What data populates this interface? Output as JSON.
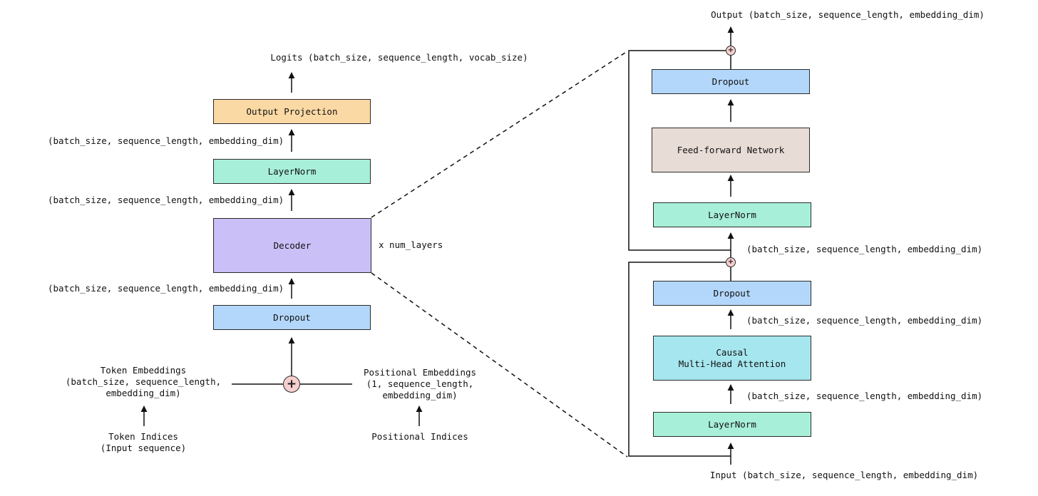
{
  "colors": {
    "dropout": "#b3d7fb",
    "layernorm": "#a8efd9",
    "decoder": "#cbbff7",
    "output_projection": "#fbd9a5",
    "feed_forward": "#e8dcd6",
    "attention": "#a6e6ee",
    "add_node": "#f6cfcf"
  },
  "left": {
    "logits_label": "Logits (batch_size, sequence_length, vocab_size)",
    "output_projection": "Output Projection",
    "shape_after_norm": "(batch_size, sequence_length, embedding_dim)",
    "layernorm": "LayerNorm",
    "shape_after_decoder": "(batch_size, sequence_length, embedding_dim)",
    "decoder": "Decoder",
    "num_layers": "x num_layers",
    "shape_after_dropout": "(batch_size, sequence_length, embedding_dim)",
    "dropout": "Dropout",
    "add_symbol": "+",
    "token_embeddings": "Token Embeddings\n(batch_size, sequence_length,\nembedding_dim)",
    "positional_embeddings": "Positional Embeddings\n(1, sequence_length,\nembedding_dim)",
    "token_indices": "Token Indices\n(Input sequence)",
    "positional_indices": "Positional Indices"
  },
  "right": {
    "output_label": "Output (batch_size, sequence_length, embedding_dim)",
    "dropout_top": "Dropout",
    "feed_forward": "Feed-forward Network",
    "layernorm_top": "LayerNorm",
    "shape_residual": "(batch_size, sequence_length, embedding_dim)",
    "dropout_bottom": "Dropout",
    "shape_after_attention": "(batch_size, sequence_length, embedding_dim)",
    "attention": "Causal\nMulti-Head Attention",
    "shape_after_norm": "(batch_size, sequence_length, embedding_dim)",
    "layernorm_bottom": "LayerNorm",
    "input_label": "Input (batch_size, sequence_length, embedding_dim)",
    "add_symbol_top": "+",
    "add_symbol_bottom": "+"
  }
}
